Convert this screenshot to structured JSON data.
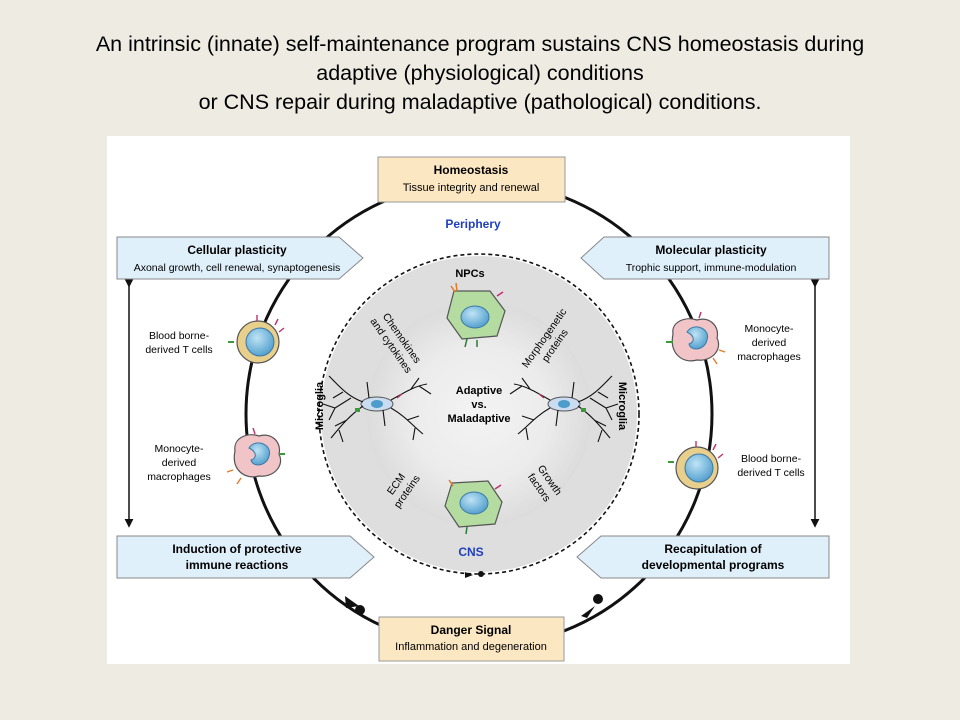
{
  "slide": {
    "title_lines": [
      "An intrinsic (innate) self-maintenance program sustains CNS homeostasis during",
      "adaptive (physiological) conditions",
      "or CNS repair during maladaptive (pathological) conditions."
    ]
  },
  "diagram": {
    "homeostasis": {
      "title": "Homeostasis",
      "subtitle": "Tissue integrity and renewal"
    },
    "danger": {
      "title": "Danger Signal",
      "subtitle": "Inflammation and degeneration"
    },
    "cellular_plasticity": {
      "title": "Cellular plasticity",
      "subtitle": "Axonal growth, cell renewal, synaptogenesis"
    },
    "molecular_plasticity": {
      "title": "Molecular plasticity",
      "subtitle": "Trophic support, immune-modulation"
    },
    "induction": {
      "line1": "Induction of protective",
      "line2": "immune reactions"
    },
    "recapitulation": {
      "line1": "Recapitulation of",
      "line2": "developmental programs"
    },
    "periphery": "Periphery",
    "cns": "CNS",
    "npcs": "NPCs",
    "microglia": "Microglia",
    "center": {
      "line1": "Adaptive",
      "line2": "vs.",
      "line3": "Maladaptive"
    },
    "chemokines": {
      "line1": "Chemokines",
      "line2": "and cytokines"
    },
    "morphogenetic": {
      "line1": "Morphogenetic",
      "line2": "proteins"
    },
    "ecm": {
      "line1": "ECM",
      "line2": "proteins"
    },
    "growth": {
      "line1": "Growth",
      "line2": "factors"
    },
    "left_tcells": {
      "line1": "Blood borne-",
      "line2": "derived T cells"
    },
    "left_mono": {
      "line1": "Monocyte-",
      "line2": "derived",
      "line3": "macrophages"
    },
    "right_mono": {
      "line1": "Monocyte-",
      "line2": "derived",
      "line3": "macrophages"
    },
    "right_tcells": {
      "line1": "Blood borne-",
      "line2": "derived T cells"
    }
  }
}
